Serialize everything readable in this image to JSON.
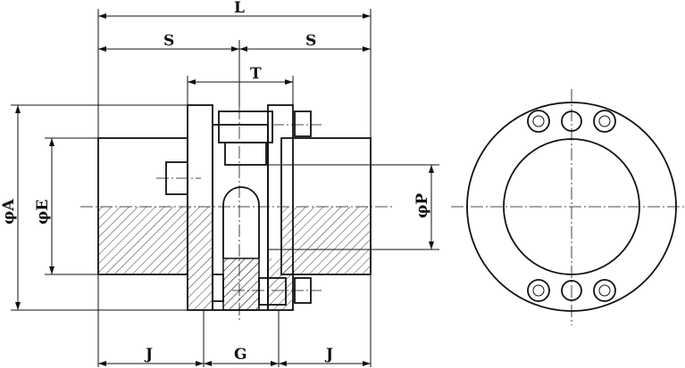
{
  "dimensions": {
    "overall_length": "L",
    "hub_span_left": "S",
    "hub_span_right": "S",
    "flange_width": "T",
    "outer_diameter": "φA",
    "hub_diameter": "φE",
    "bore_diameter": "φP",
    "hub_length_left": "J",
    "gap": "G",
    "hub_length_right": "J"
  }
}
